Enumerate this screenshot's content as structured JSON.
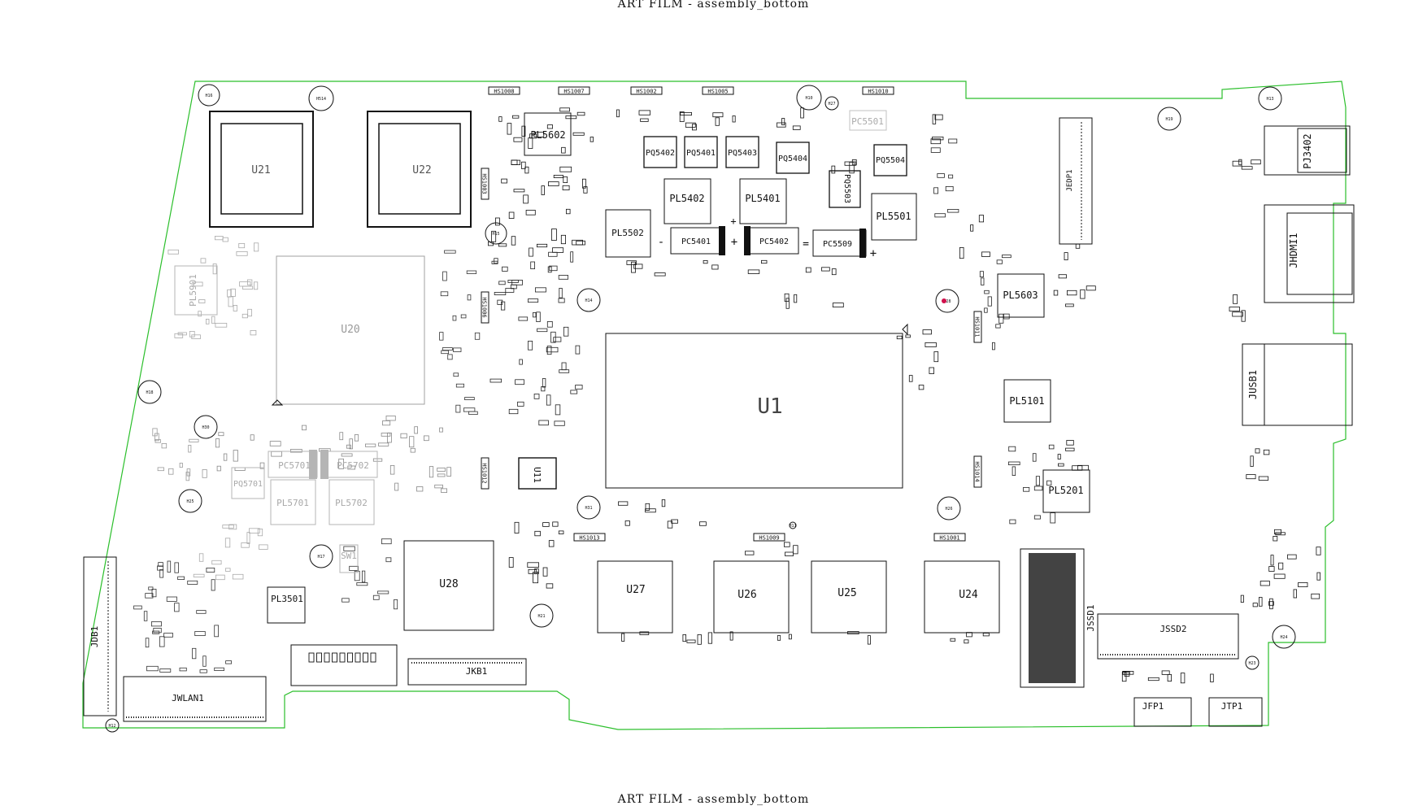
{
  "title_top": "ART FILM - assembly_bottom",
  "title_bottom": "ART FILM - assembly_bottom",
  "colors": {
    "outline": "#2bbf2b",
    "ink": "#111111",
    "faint": "#9a9a9a",
    "marker": "#d0104c"
  },
  "large_chips": [
    {
      "ref": "U21"
    },
    {
      "ref": "U22"
    },
    {
      "ref": "U20"
    },
    {
      "ref": "U1"
    }
  ],
  "memory_chips": [
    {
      "ref": "U28"
    },
    {
      "ref": "U27"
    },
    {
      "ref": "U26"
    },
    {
      "ref": "U25"
    },
    {
      "ref": "U24"
    }
  ],
  "inductors": [
    {
      "ref": "PL5602"
    },
    {
      "ref": "PL5502"
    },
    {
      "ref": "PL5402"
    },
    {
      "ref": "PL5401"
    },
    {
      "ref": "PL5501"
    },
    {
      "ref": "PL5603"
    },
    {
      "ref": "PL5101"
    },
    {
      "ref": "PL5201"
    },
    {
      "ref": "PL3501"
    }
  ],
  "faint_parts": [
    {
      "ref": "PL5901"
    },
    {
      "ref": "PC5701"
    },
    {
      "ref": "PC5702"
    },
    {
      "ref": "PQ5701"
    },
    {
      "ref": "PL5701"
    },
    {
      "ref": "PL5702"
    },
    {
      "ref": "PC5501"
    }
  ],
  "mosfets": [
    {
      "ref": "PQ5402"
    },
    {
      "ref": "PQ5401"
    },
    {
      "ref": "PQ5403"
    },
    {
      "ref": "PQ5404"
    },
    {
      "ref": "PQ5504"
    },
    {
      "ref": "PQ5503"
    }
  ],
  "capacitors": [
    {
      "ref": "PC5401",
      "sign": "-"
    },
    {
      "ref": "PC5402",
      "sign": "+"
    },
    {
      "ref": "PC5509",
      "sign": "="
    }
  ],
  "plus_marks": [
    "+",
    "+"
  ],
  "connectors": [
    {
      "ref": "JEDP1"
    },
    {
      "ref": "PJ3402"
    },
    {
      "ref": "JHDMI1"
    },
    {
      "ref": "JUSB1"
    },
    {
      "ref": "JDB1"
    },
    {
      "ref": "JWLAN1"
    },
    {
      "ref": "JKB1"
    },
    {
      "ref": "JSSD1"
    },
    {
      "ref": "JSSD2"
    },
    {
      "ref": "JFP1"
    },
    {
      "ref": "JTP1"
    }
  ],
  "small_ic": {
    "ref": "U11"
  },
  "switch": {
    "ref": "SW1"
  },
  "heatsink_tags": [
    {
      "ref": "HS1008"
    },
    {
      "ref": "HS1007"
    },
    {
      "ref": "HS1002"
    },
    {
      "ref": "HS1005"
    },
    {
      "ref": "HS1010"
    },
    {
      "ref": "HS1003"
    },
    {
      "ref": "HS1006"
    },
    {
      "ref": "HS1012"
    },
    {
      "ref": "HS1013"
    },
    {
      "ref": "HS1009"
    },
    {
      "ref": "HS1001"
    },
    {
      "ref": "HS1011"
    },
    {
      "ref": "HS1014"
    }
  ],
  "mount_holes": [
    {
      "ref": "H16"
    },
    {
      "ref": "H514"
    },
    {
      "ref": "H10"
    },
    {
      "ref": "H13"
    },
    {
      "ref": "H19"
    },
    {
      "ref": "H15"
    },
    {
      "ref": "H14"
    },
    {
      "ref": "H28"
    },
    {
      "ref": "H18"
    },
    {
      "ref": "H30"
    },
    {
      "ref": "H25"
    },
    {
      "ref": "H17"
    },
    {
      "ref": "H21"
    },
    {
      "ref": "H31"
    },
    {
      "ref": "H26"
    },
    {
      "ref": "H24"
    },
    {
      "ref": "H23"
    },
    {
      "ref": "H12"
    },
    {
      "ref": "H27"
    },
    {
      "ref": "H11"
    }
  ]
}
